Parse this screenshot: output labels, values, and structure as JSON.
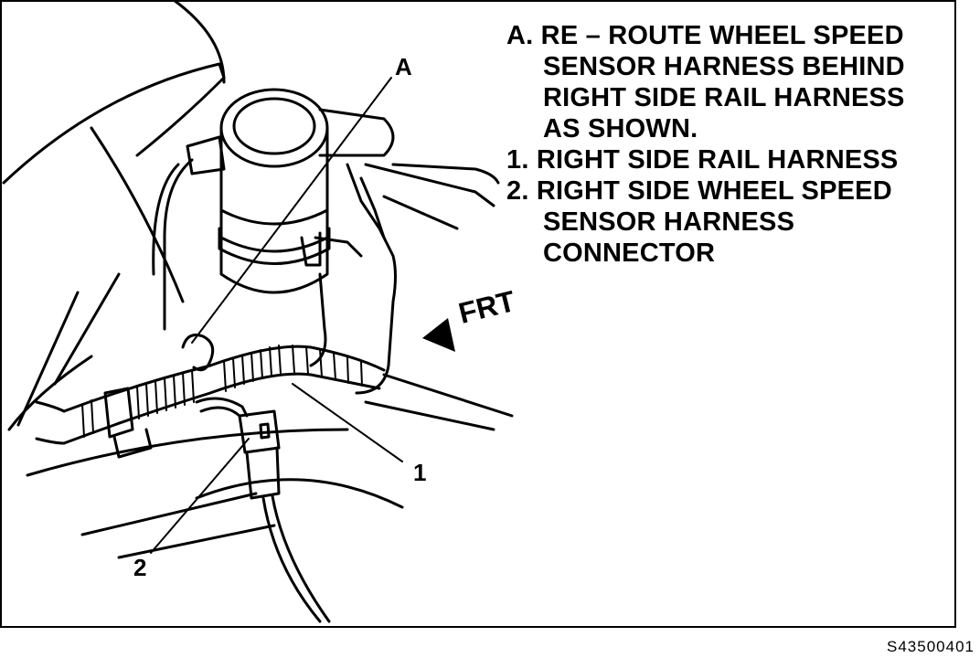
{
  "notes": [
    {
      "marker": "A.",
      "lines": [
        "RE – ROUTE WHEEL SPEED",
        "SENSOR HARNESS BEHIND",
        "RIGHT SIDE RAIL HARNESS",
        "AS SHOWN."
      ]
    },
    {
      "marker": "1.",
      "lines": [
        "RIGHT SIDE RAIL HARNESS"
      ]
    },
    {
      "marker": "2.",
      "lines": [
        "RIGHT SIDE WHEEL SPEED",
        "SENSOR HARNESS",
        "CONNECTOR"
      ]
    }
  ],
  "callouts": {
    "a": "A",
    "one": "1",
    "two": "2"
  },
  "direction_label": "FRT",
  "figure_id": "S43500401"
}
